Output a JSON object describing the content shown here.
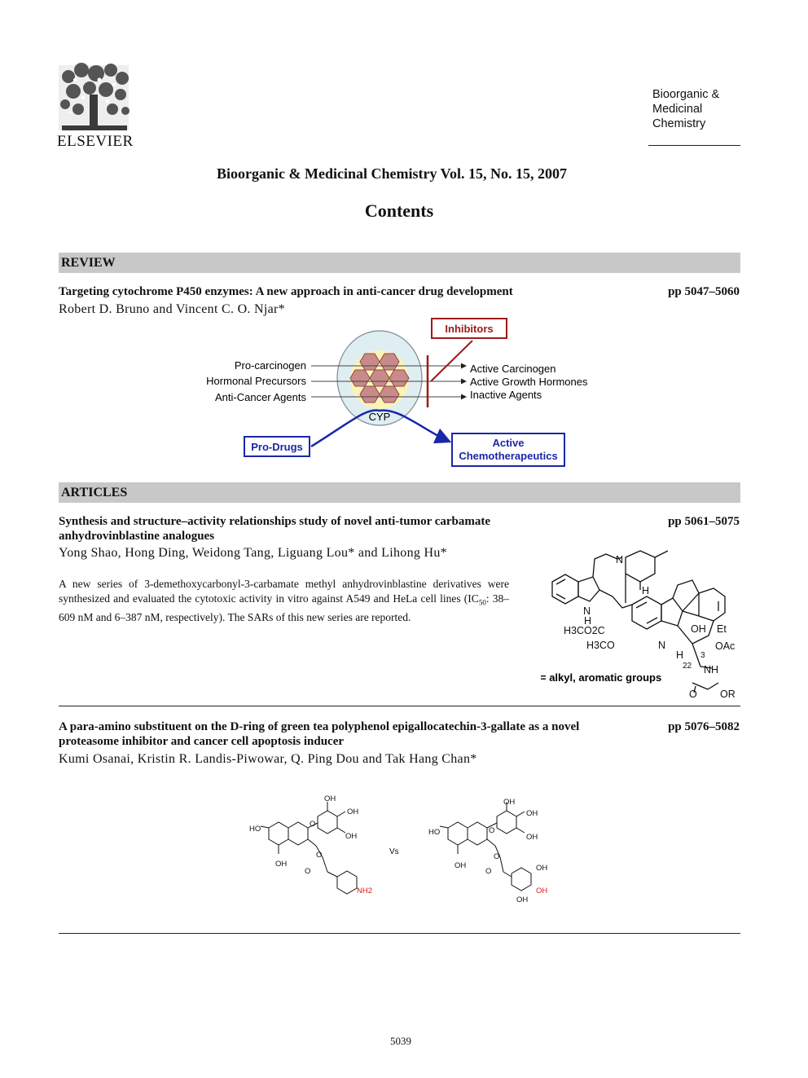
{
  "header": {
    "publisher": "ELSEVIER",
    "journal_logo_lines": [
      "Bioorganic &",
      "Medicinal",
      "Chemistry"
    ],
    "issue_title": "Bioorganic & Medicinal Chemistry Vol. 15, No. 15, 2007",
    "contents_title": "Contents"
  },
  "sections": {
    "review": "REVIEW",
    "articles": "ARTICLES"
  },
  "entries": [
    {
      "title": "Targeting cytochrome P450 enzymes: A new approach in anti-cancer drug development",
      "pages": "pp 5047–5060",
      "authors": "Robert D. Bruno and Vincent C. O. Njar*"
    },
    {
      "title": "Synthesis and structure–activity relationships study of novel anti-tumor carbamate anhydrovinblastine analogues",
      "pages": "pp 5061–5075",
      "authors": "Yong Shao, Hong Ding, Weidong Tang, Liguang Lou* and Lihong Hu*",
      "abstract_a": "A new series of 3-demethoxycarbonyl-3-carbamate methyl anhydrovinblastine derivatives were synthesized and evaluated the cytotoxic activity in vitro against A549 and HeLa cell lines (IC",
      "abstract_sub": "50",
      "abstract_b": ": 38–609 nM and 6–387 nM, respectively). The SARs of this new series are reported."
    },
    {
      "title": "A para-amino substituent on the D-ring of green tea polyphenol epigallocatechin-3-gallate as a novel proteasome inhibitor and cancer cell apoptosis inducer",
      "pages": "pp 5076–5082",
      "authors": "Kumi Osanai, Kristin R. Landis-Piwowar, Q. Ping Dou and Tak Hang Chan*"
    }
  ],
  "fig1": {
    "inhibitors": "Inhibitors",
    "inputs": [
      "Pro-carcinogen",
      "Hormonal Precursors",
      "Anti-Cancer Agents"
    ],
    "outputs": [
      "Active Carcinogen",
      "Active Growth Hormones",
      "Inactive Agents"
    ],
    "cyp": "CYP",
    "prodrugs": "Pro-Drugs",
    "active_1": "Active",
    "active_2": "Chemotherapeutics",
    "colors": {
      "inhibitor_red": "#9b1b1b",
      "blue": "#1a27a8",
      "heme": "#c98a8a",
      "halo": "#fff3b0",
      "ellipse": "#dfeef0"
    }
  },
  "fig2": {
    "labels": [
      "N",
      "H",
      "N",
      "H",
      "H3CO2C",
      "OH",
      "Et",
      "H3CO",
      "N",
      "H",
      "3",
      "OAc",
      "22",
      "NH",
      "O",
      "OR"
    ],
    "caption": "R = alkyl, aromatic groups"
  },
  "fig3": {
    "vs": "Vs",
    "left_labels": [
      "OH",
      "OH",
      "HO",
      "O",
      "OH",
      "OH",
      "O",
      "O",
      "NH2"
    ],
    "right_labels": [
      "OH",
      "OH",
      "HO",
      "O",
      "OH",
      "OH",
      "O",
      "O",
      "OH",
      "OH",
      "OH"
    ],
    "highlight_color": "#d81818"
  },
  "footer": {
    "page_number": "5039"
  }
}
